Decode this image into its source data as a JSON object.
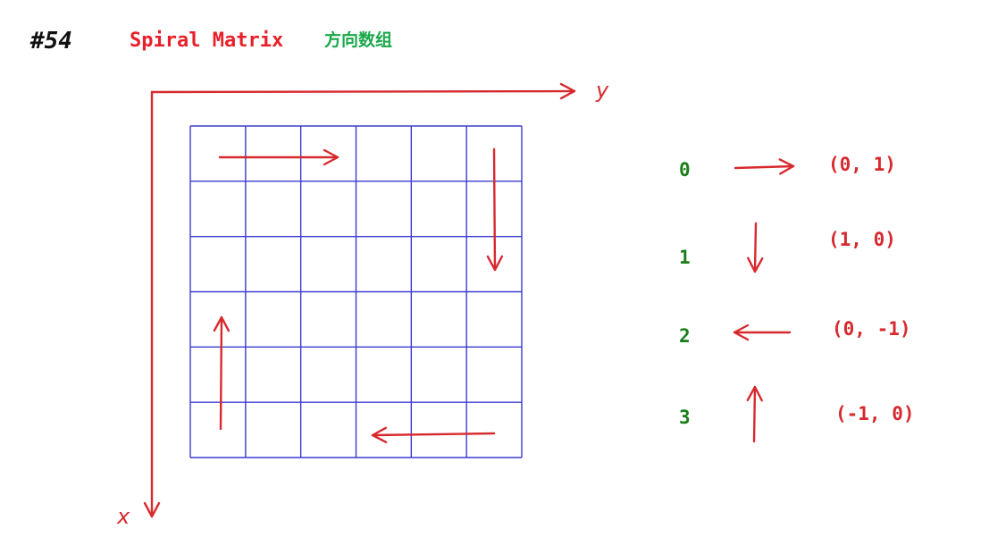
{
  "header": {
    "number": "#54",
    "title": "Spiral Matrix",
    "subtitle": "方向数组"
  },
  "axes": {
    "horizontal_label": "y",
    "vertical_label": "x"
  },
  "grid": {
    "rows": 6,
    "cols": 6
  },
  "directions": [
    {
      "index": "0",
      "vector": "(0, 1)",
      "arrow": "right-arrow"
    },
    {
      "index": "1",
      "vector": "(1, 0)",
      "arrow": "down-arrow"
    },
    {
      "index": "2",
      "vector": "(0, -1)",
      "arrow": "left-arrow"
    },
    {
      "index": "3",
      "vector": "(-1, 0)",
      "arrow": "up-arrow"
    }
  ],
  "colors": {
    "ink_red": "#d62a2f",
    "index_green": "#1a7f1a",
    "subtitle_green": "#1aa84a",
    "grid_blue": "#3b3bd0",
    "ink_black": "#111111"
  }
}
